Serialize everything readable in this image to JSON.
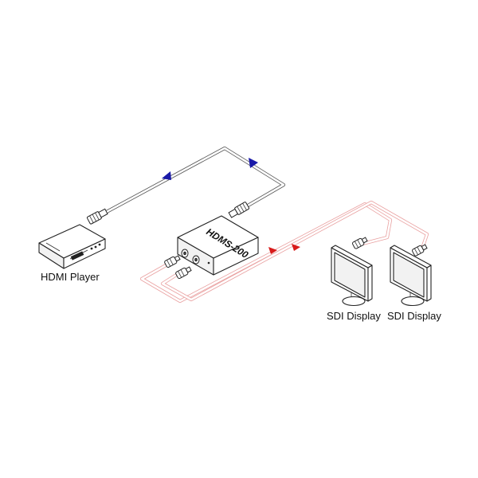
{
  "labels": {
    "player": "HDMI Player",
    "converter": "HDMS-200",
    "display_1": "SDI Display",
    "display_2": "SDI Display"
  },
  "colors": {
    "hdmi_arrow": "#1a1aa8",
    "sdi_arrow": "#d81b1b",
    "sdi_cable": "#e9a0a0",
    "line": "#222222"
  },
  "icons": {
    "hdmi_plug": "hdmi-plug-icon",
    "bnc_plug": "bnc-plug-icon"
  }
}
